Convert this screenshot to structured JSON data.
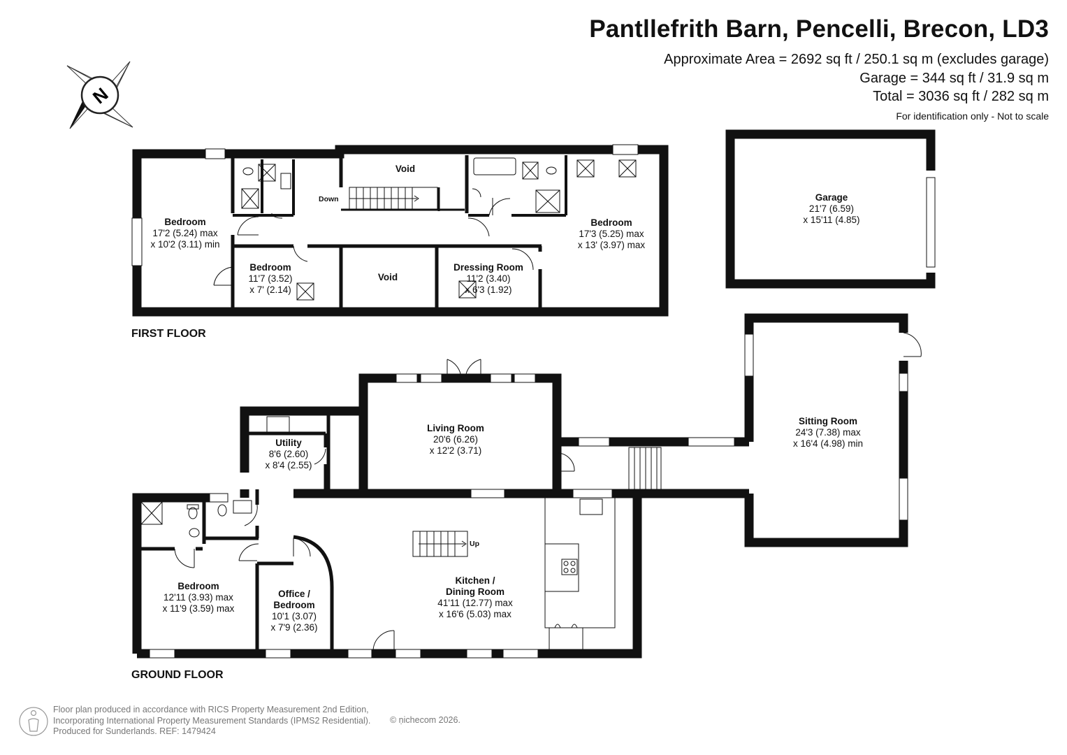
{
  "header": {
    "title": "Pantllefrith Barn, Pencelli, Brecon, LD3",
    "area_line": "Approximate Area = 2692 sq ft / 250.1 sq m (excludes garage)",
    "garage_line": "Garage = 344 sq ft / 31.9 sq m",
    "total_line": "Total = 3036 sq ft / 282 sq m",
    "note": "For identification only - Not to scale"
  },
  "compass": {
    "letter": "N",
    "icon": "compass-north-icon"
  },
  "first_floor": {
    "label": "FIRST FLOOR",
    "rooms": [
      {
        "name": "Bedroom",
        "dim1": "17'2 (5.24) max",
        "dim2": "x 10'2 (3.11) min"
      },
      {
        "name": "Bedroom",
        "dim1": "11'7 (3.52)",
        "dim2": "x 7' (2.14)"
      },
      {
        "name": "Void"
      },
      {
        "name": "Void"
      },
      {
        "name": "Dressing Room",
        "dim1": "11'2 (3.40)",
        "dim2": "x 6'3 (1.92)"
      },
      {
        "name": "Bedroom",
        "dim1": "17'3 (5.25) max",
        "dim2": "x 13' (3.97) max"
      }
    ],
    "stairs_label": "Down"
  },
  "garage": {
    "name": "Garage",
    "dim1": "21'7 (6.59)",
    "dim2": "x 15'11 (4.85)"
  },
  "ground_floor": {
    "label": "GROUND FLOOR",
    "rooms": [
      {
        "name": "Utility",
        "dim1": "8'6 (2.60)",
        "dim2": "x 8'4 (2.55)"
      },
      {
        "name": "Living Room",
        "dim1": "20'6 (6.26)",
        "dim2": "x 12'2 (3.71)"
      },
      {
        "name": "Sitting Room",
        "dim1": "24'3 (7.38) max",
        "dim2": "x 16'4 (4.98) min"
      },
      {
        "name": "Bedroom",
        "dim1": "12'11 (3.93) max",
        "dim2": "x 11'9 (3.59) max"
      },
      {
        "name_line1": "Office /",
        "name_line2": "Bedroom",
        "dim1": "10'1 (3.07)",
        "dim2": "x 7'9 (2.36)"
      },
      {
        "name_line1": "Kitchen /",
        "name_line2": "Dining Room",
        "dim1": "41'11 (12.77) max",
        "dim2": "x 16'6 (5.03) max"
      }
    ],
    "stairs_label": "Up"
  },
  "footer": {
    "line1": "Floor plan produced in accordance with RICS Property Measurement 2nd Edition,",
    "line2": "Incorporating International Property Measurement Standards (IPMS2 Residential).",
    "line3": "Produced for Sunderlands.   REF: 1479424",
    "copyright": "© ṇichecom 2026."
  }
}
